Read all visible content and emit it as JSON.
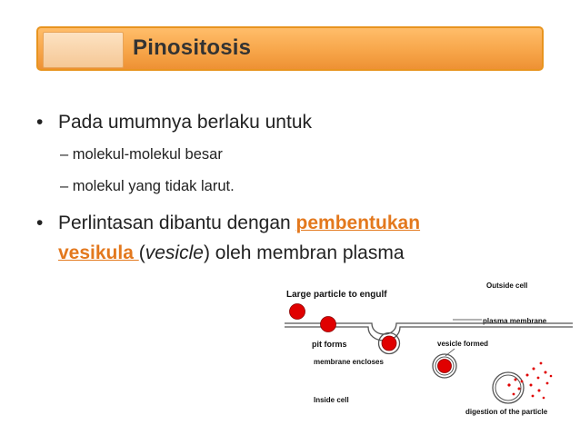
{
  "title": "Pinositosis",
  "bullets": {
    "b1": "Pada umumnya berlaku untuk",
    "b1_sub1": "– molekul-molekul besar",
    "b1_sub2": "– molekul yang tidak larut.",
    "b2_text1": "Perlintasan dibantu dengan ",
    "b2_highlight1": "pembentukan",
    "b2_highlight2": "vesikula ",
    "b2_paren_open": "(",
    "b2_italic": "vesicle",
    "b2_text2": ") oleh membran plasma"
  },
  "diagram": {
    "large_particle": "Large particle to engulf",
    "outside_cell": "Outside cell",
    "plasma_membrane": "plasma membrane",
    "pit_forms": "pit forms",
    "vesicle_formed": "vesicle formed",
    "membrane_encloses": "membrane encloses",
    "inside_cell": "Inside cell",
    "digestion": "digestion of the particle"
  },
  "colors": {
    "title_orange": "#f7a64a",
    "highlight": "#e3781d",
    "particle_red": "#e00000"
  }
}
